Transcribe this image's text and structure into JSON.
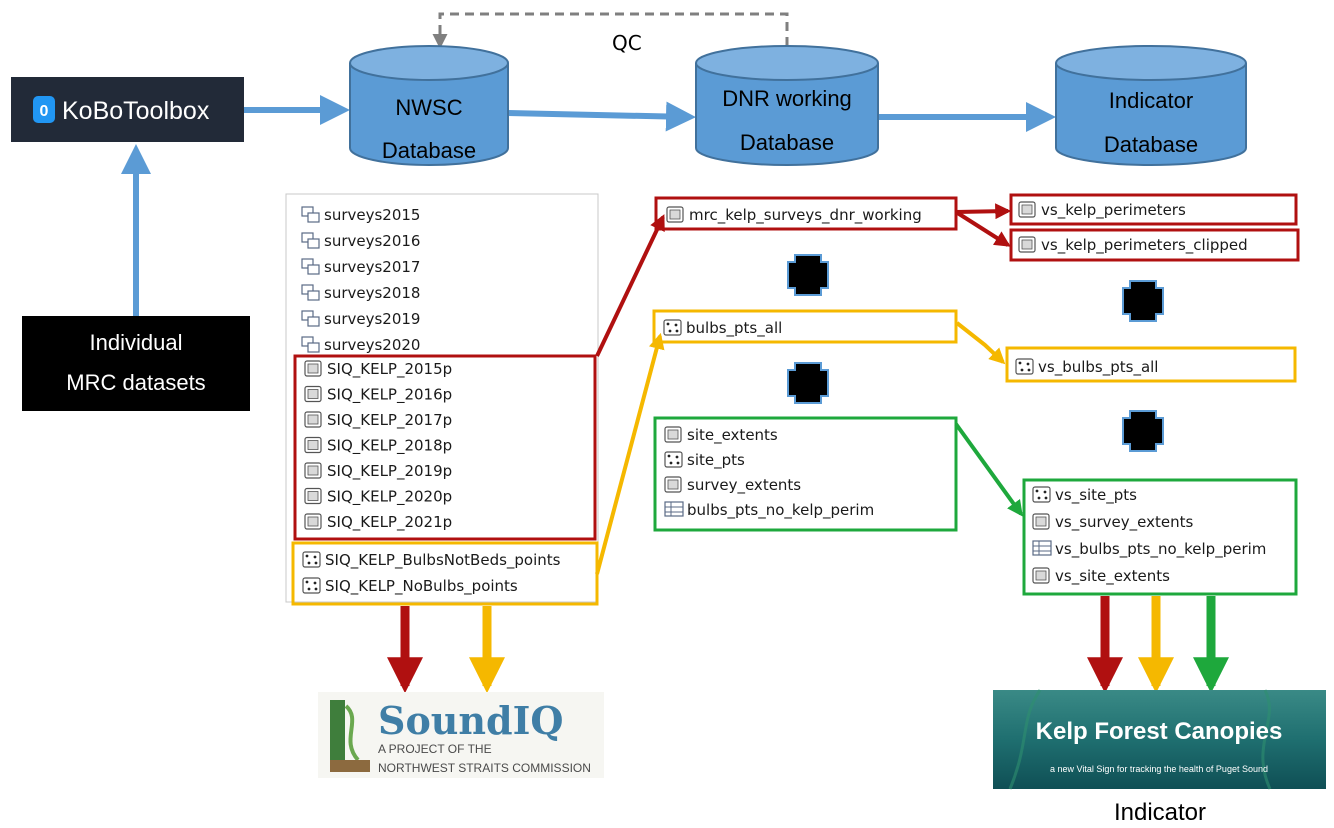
{
  "qc_label": "QC",
  "kobo": {
    "logo_text": "KoBoToolbox",
    "logo_mark": "0"
  },
  "individual": {
    "line1": "Individual",
    "line2": "MRC datasets"
  },
  "databases": [
    {
      "line1": "NWSC",
      "line2": "Database"
    },
    {
      "line1": "DNR working",
      "line2": "Database"
    },
    {
      "line1": "Indicator",
      "line2": "Database"
    }
  ],
  "survey_tables": [
    "surveys2015",
    "surveys2016",
    "surveys2017",
    "surveys2018",
    "surveys2019",
    "surveys2020"
  ],
  "siq_kelp_polys": [
    "SIQ_KELP_2015p",
    "SIQ_KELP_2016p",
    "SIQ_KELP_2017p",
    "SIQ_KELP_2018p",
    "SIQ_KELP_2019p",
    "SIQ_KELP_2020p",
    "SIQ_KELP_2021p"
  ],
  "siq_points": [
    "SIQ_KELP_BulbsNotBeds_points",
    "SIQ_KELP_NoBulbs_points"
  ],
  "dnr_red": "mrc_kelp_surveys_dnr_working",
  "dnr_yellow": "bulbs_pts_all",
  "dnr_green": [
    "site_extents",
    "site_pts",
    "survey_extents",
    "bulbs_pts_no_kelp_perim"
  ],
  "vs_red": [
    "vs_kelp_perimeters",
    "vs_kelp_perimeters_clipped"
  ],
  "vs_yellow": "vs_bulbs_pts_all",
  "vs_green": [
    "vs_site_pts",
    "vs_survey_extents",
    "vs_bulbs_pts_no_kelp_perim",
    "vs_site_extents"
  ],
  "soundiq": {
    "title": "SoundIQ",
    "line1": "A PROJECT OF THE",
    "line2": "NORTHWEST STRAITS COMMISSION"
  },
  "kelp_banner": {
    "title": "Kelp Forest Canopies",
    "subtitle": "a new Vital Sign for tracking the health of Puget Sound"
  },
  "indicator_label": "Indicator",
  "colors": {
    "red": "#b01010",
    "yellow": "#f5b800",
    "green": "#1ea83c",
    "blue_arrow": "#5b9bd5",
    "db_fill": "#5b9bd5",
    "db_stroke": "#41719c",
    "gray_dash": "#7f7f7f"
  }
}
